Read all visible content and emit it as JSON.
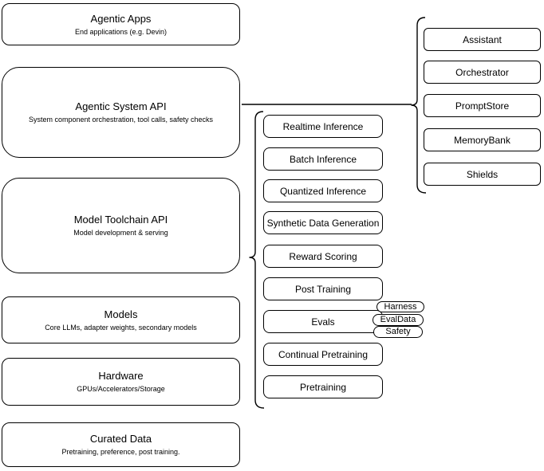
{
  "diagram": {
    "colors": {
      "border": "#000000",
      "background": "#ffffff"
    },
    "left_stack": [
      {
        "title": "Agentic Apps",
        "subtitle": "End applications (e.g. Devin)"
      },
      {
        "title": "Agentic System API",
        "subtitle": "System component orchestration, tool calls, safety checks"
      },
      {
        "title": "Model Toolchain API",
        "subtitle": "Model development & serving"
      },
      {
        "title": "Models",
        "subtitle": "Core LLMs, adapter weights, secondary models"
      },
      {
        "title": "Hardware",
        "subtitle": "GPUs/Accelerators/Storage"
      },
      {
        "title": "Curated Data",
        "subtitle": "Pretraining, preference, post training."
      }
    ],
    "toolchain_group": [
      "Realtime Inference",
      "Batch Inference",
      "Quantized Inference",
      "Synthetic Data Generation",
      "Reward Scoring",
      "Post Training",
      "Evals",
      "Continual Pretraining",
      "Pretraining"
    ],
    "evals_tags": [
      "Harness",
      "EvalData",
      "Safety"
    ],
    "system_group": [
      "Assistant",
      "Orchestrator",
      "PromptStore",
      "MemoryBank",
      "Shields"
    ]
  }
}
